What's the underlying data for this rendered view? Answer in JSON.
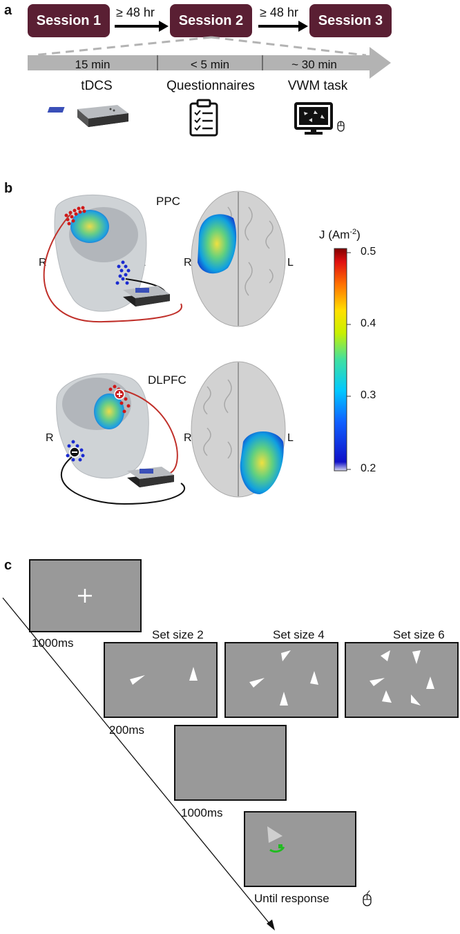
{
  "panel_a": {
    "letter": "a",
    "sessions": [
      "Session 1",
      "Session 2",
      "Session 3"
    ],
    "gaps": [
      "≥ 48 hr",
      "≥ 48 hr"
    ],
    "segments": [
      "15 min",
      "< 5 min",
      "~ 30 min"
    ],
    "activities": [
      "tDCS",
      "Questionnaires",
      "VWM task"
    ],
    "colors": {
      "session": "#5a1f33",
      "timeline": "#b3b3b3"
    },
    "icons": [
      "stimulator-icon",
      "clipboard-icon",
      "monitor-icon",
      "mouse-icon"
    ]
  },
  "panel_b": {
    "letter": "b",
    "conditions": [
      {
        "title": "PPC",
        "left_label": "R",
        "right_label": "L"
      },
      {
        "title": "DLPFC",
        "left_label": "R",
        "right_label": "L"
      }
    ],
    "colorbar": {
      "title": "J (Am",
      "title_sup": "-2",
      "title_close": ")",
      "ticks": [
        "0.5",
        "0.4",
        "0.3",
        "0.2"
      ]
    }
  },
  "panel_c": {
    "letter": "c",
    "fixation_duration": "1000ms",
    "memory_duration": "200ms",
    "delay_duration": "1000ms",
    "response_duration": "Until response",
    "set_sizes": [
      "Set size 2",
      "Set size 4",
      "Set size 6"
    ],
    "screen_color": "#999999",
    "response_arc_color": "#22bb22"
  }
}
